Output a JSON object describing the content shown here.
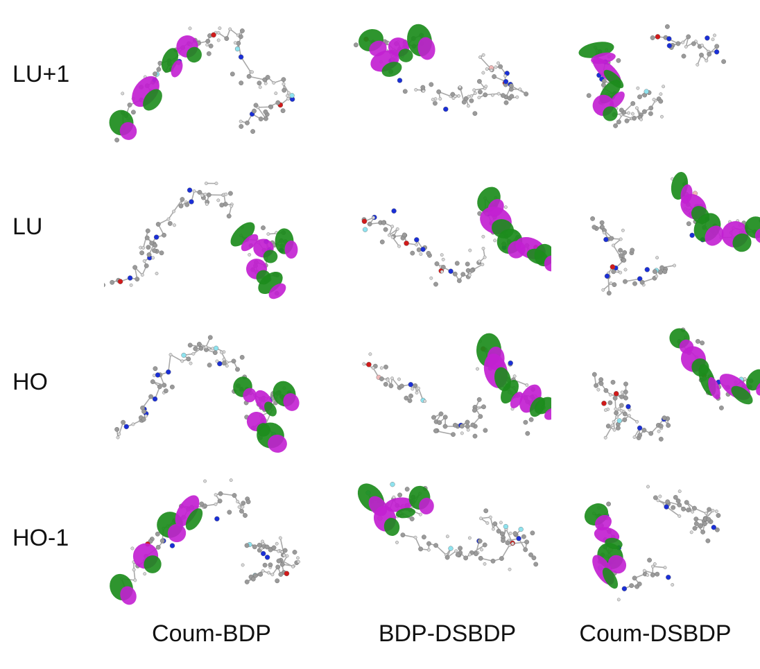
{
  "rows": [
    {
      "label": "LU+1"
    },
    {
      "label": "LU"
    },
    {
      "label": "HO"
    },
    {
      "label": "HO-1"
    }
  ],
  "columns": [
    {
      "label": "Coum-BDP"
    },
    {
      "label": "BDP-DSBDP"
    },
    {
      "label": "Coum-DSBDP"
    }
  ],
  "colors": {
    "lobe_positive": "#c21fd1",
    "lobe_negative": "#1c8c1c",
    "carbon": "#9a9a9a",
    "hydrogen": "#d8d8d8",
    "nitrogen": "#1a2fd6",
    "oxygen": "#d11a1a",
    "fluorine": "#8fe3ef",
    "boron": "#f0b8b8",
    "bond": "#a8a8a8"
  },
  "orbital_localization": {
    "LU+1": [
      "coumarin",
      "bdp",
      "coumarin"
    ],
    "LU": [
      "bdp",
      "dsbdp",
      "dsbdp"
    ],
    "HO": [
      "bdp",
      "dsbdp",
      "dsbdp"
    ],
    "HO-1": [
      "coumarin",
      "bdp",
      "coumarin"
    ]
  }
}
